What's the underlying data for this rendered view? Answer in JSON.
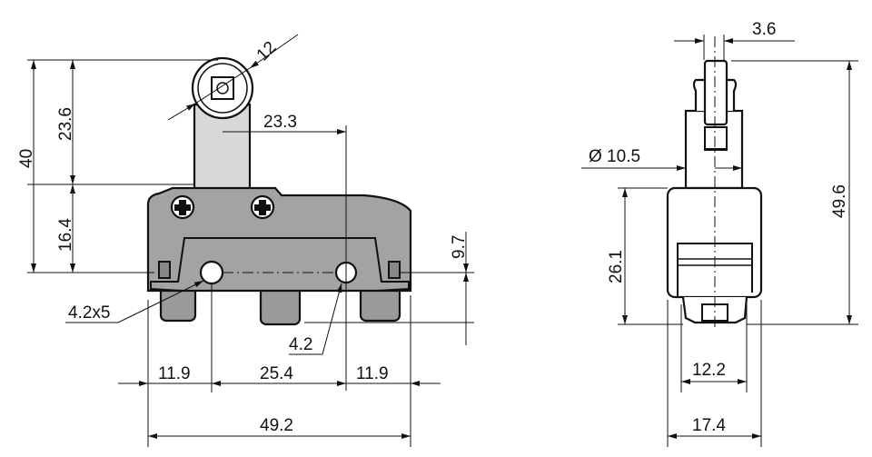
{
  "front_view": {
    "dims": {
      "roller_dia": "12",
      "overall_height": "40",
      "roller_height": "23.6",
      "body_height": "16.4",
      "roller_offset": "23.3",
      "terminal_offset": "9.7",
      "hole_left": "4.2x5",
      "hole_right": "4.2",
      "edge_left": "11.9",
      "hole_pitch": "25.4",
      "edge_right": "11.9",
      "overall_width": "49.2"
    },
    "colors": {
      "body": "#a3a3a5",
      "plunger": "#d8d8d8",
      "terminal": "#9a9a9c"
    }
  },
  "side_view": {
    "dims": {
      "roller_width": "3.6",
      "bushing_dia": "Ø 10.5",
      "overall_height": "49.6",
      "body_height": "26.1",
      "terminal_width": "12.2",
      "body_width": "17.4"
    }
  }
}
